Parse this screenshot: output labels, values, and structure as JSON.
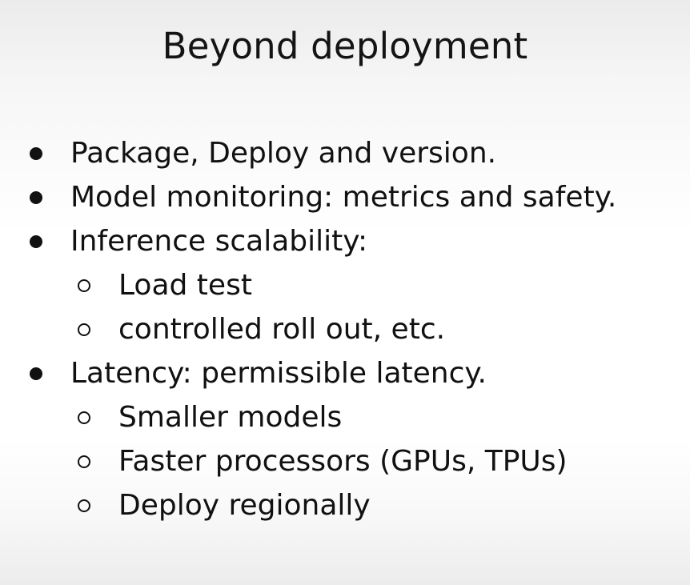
{
  "slide": {
    "title": "Beyond deployment",
    "bullets": [
      {
        "level": 1,
        "text": "Package, Deploy and version."
      },
      {
        "level": 1,
        "text": "Model monitoring: metrics and safety."
      },
      {
        "level": 1,
        "text": "Inference scalability:"
      },
      {
        "level": 2,
        "text": "Load test"
      },
      {
        "level": 2,
        "text": "controlled roll out, etc."
      },
      {
        "level": 1,
        "text": "Latency: permissible latency."
      },
      {
        "level": 2,
        "text": "Smaller models"
      },
      {
        "level": 2,
        "text": "Faster processors (GPUs, TPUs)"
      },
      {
        "level": 2,
        "text": "Deploy regionally"
      }
    ]
  }
}
